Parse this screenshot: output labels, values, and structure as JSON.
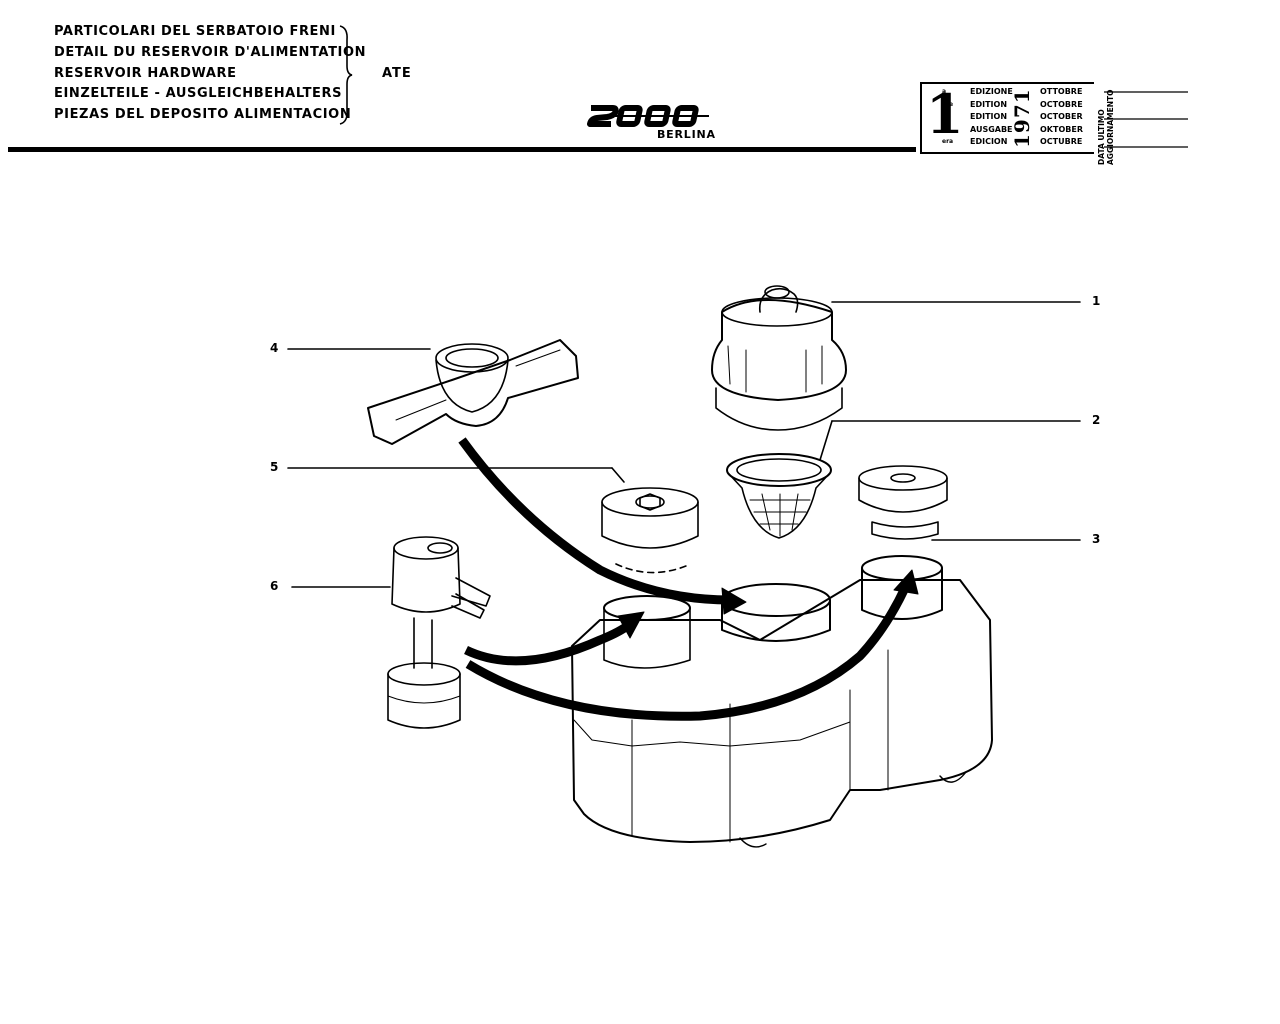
{
  "header": {
    "titles": [
      "PARTICOLARI DEL SERBATOIO FRENI",
      "DETAIL DU RESERVOIR D'ALIMENTATION",
      "RESERVOIR HARDWARE",
      "EINZELTEILE - AUSGLEICHBEHALTERS",
      "PIEZAS DEL DEPOSITO ALIMENTACION"
    ],
    "brand": "ATE",
    "model": "2000",
    "model_sub": "BERLINA"
  },
  "edition": {
    "number": "1",
    "ordinals": [
      "a",
      "ère",
      "st",
      "·",
      "era"
    ],
    "labels": [
      "EDIZIONE",
      "EDITION",
      "EDITION",
      "AUSGABE",
      "EDICION"
    ],
    "months": [
      "OTTOBRE",
      "OCTOBRE",
      "OCTOBER",
      "OKTOBER",
      "OCTUBRE"
    ],
    "year": "1971",
    "update_label_1": "DATA ULTIMO",
    "update_label_2": "AGGIORNAMENTO"
  },
  "callouts": [
    {
      "id": "1",
      "label": "1"
    },
    {
      "id": "2",
      "label": "2"
    },
    {
      "id": "3",
      "label": "3"
    },
    {
      "id": "4",
      "label": "4"
    },
    {
      "id": "5",
      "label": "5"
    },
    {
      "id": "6",
      "label": "6"
    }
  ]
}
